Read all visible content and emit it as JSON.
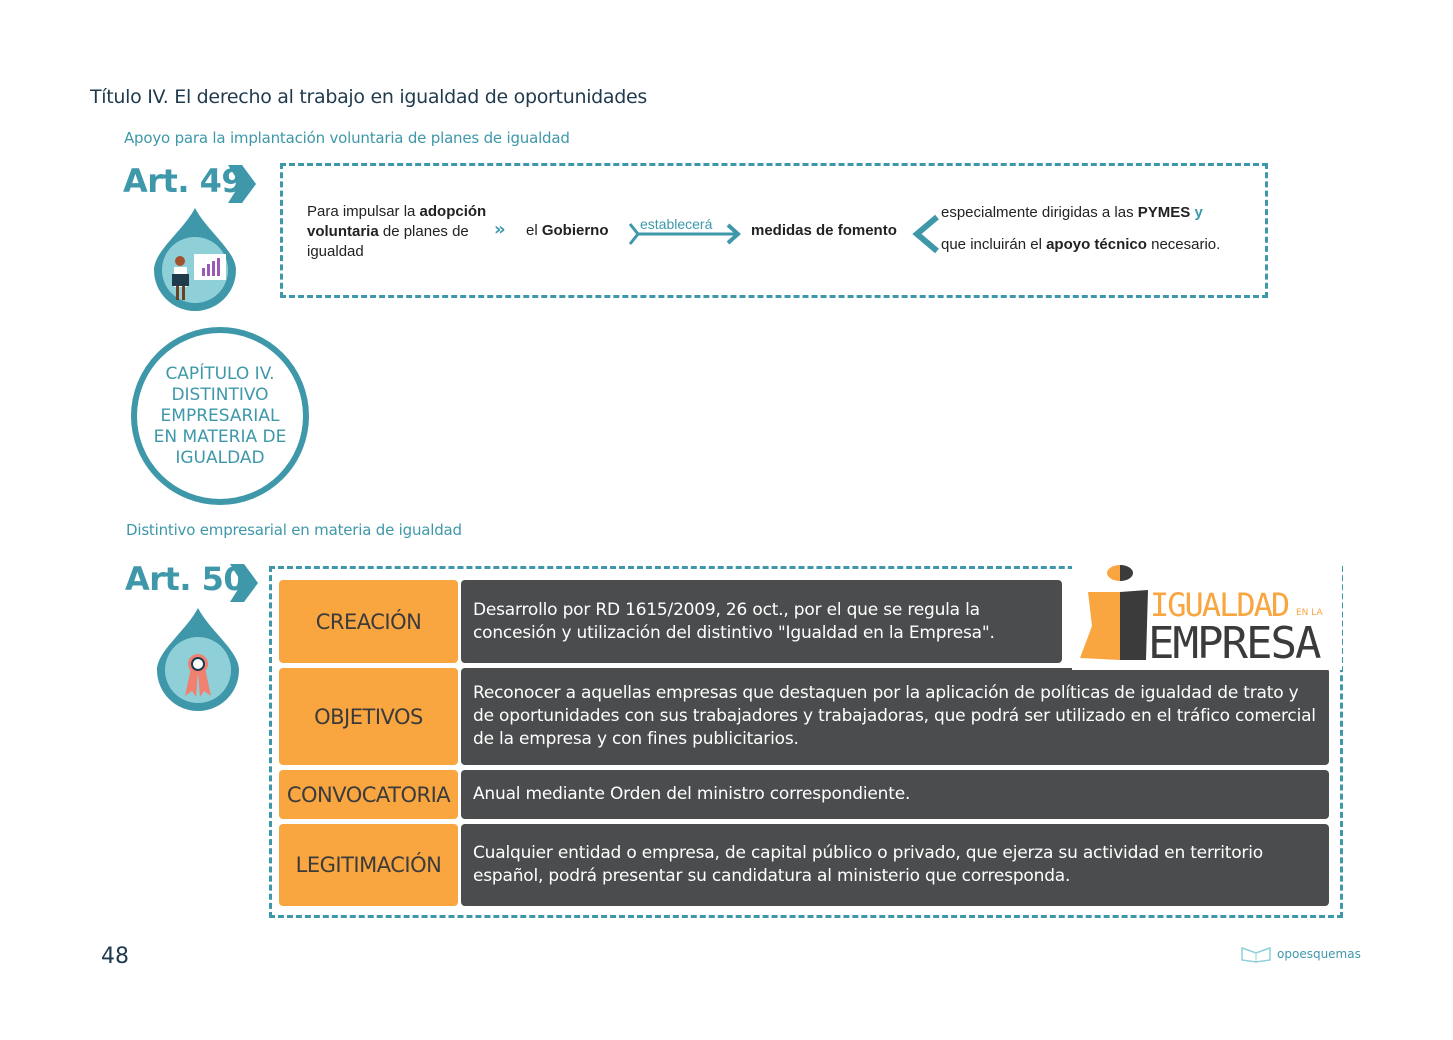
{
  "title": "Título IV. El derecho al trabajo en igualdad de oportunidades",
  "section1": {
    "subtitle": "Apoyo para la implantación voluntaria de planes de igualdad",
    "article": "Art. 49",
    "t1a": "Para impulsar la ",
    "t1b": "adopción voluntaria",
    "t1c": " de planes de igualdad",
    "t2a": "el ",
    "t2b": "Gobierno",
    "arrow_label": "establecerá",
    "t3": "medidas de fomento",
    "t4a": "especialmente dirigidas a las ",
    "t4b": "PYMES",
    "t4c": " y",
    "t5a": "que incluirán el ",
    "t5b": "apoyo técnico",
    "t5c": " necesario."
  },
  "chapter": "CAPÍTULO IV. DISTINTIVO EMPRESARIAL EN MATERIA DE IGUALDAD",
  "section2": {
    "subtitle": "Distintivo empresarial en materia de igualdad",
    "article": "Art. 50",
    "rows": [
      {
        "label": "CREACIÓN",
        "text": "Desarrollo por RD 1615/2009, 26 oct., por el que se regula la concesión y utilización del distintivo \"Igualdad en la Empresa\"."
      },
      {
        "label": "OBJETIVOS",
        "text": "Reconocer a aquellas empresas que destaquen por la aplicación de políticas de igualdad de trato y de oportunidades con sus trabajadores y trabajadoras, que podrá ser utilizado en el tráfico comercial de la empresa y con fines publicitarios."
      },
      {
        "label": "CONVOCATORIA",
        "text": "Anual mediante Orden del ministro correspondiente."
      },
      {
        "label": "LEGITIMACIÓN",
        "text": "Cualquier entidad o empresa, de capital público o privado, que ejerza su actividad en territorio español, podrá presentar su candidatura al ministerio que corresponda."
      }
    ],
    "logo": {
      "line1": "IGUALDAD",
      "small": "EN LA",
      "line2": "EMPRESA"
    }
  },
  "page_number": "48",
  "brand": {
    "a": "opo",
    "b": "esquemas"
  },
  "colors": {
    "teal": "#3e98aa",
    "orange": "#f9a641",
    "dark": "#4a4c4d"
  }
}
